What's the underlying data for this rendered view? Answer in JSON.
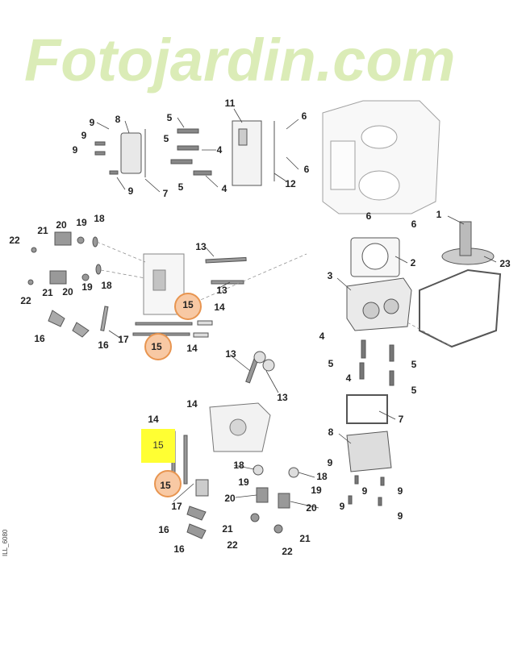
{
  "diagram": {
    "title": "Cylinder head and valve train exploded view",
    "watermark": "Fotojardin.com",
    "reference": "ILL_6080",
    "colors": {
      "highlight_orange": "#f8c9a4",
      "highlight_yellow": "#ffff33",
      "watermark": "#cfe6a0"
    },
    "callouts": [
      "9",
      "8",
      "9",
      "9",
      "9",
      "7",
      "5",
      "5",
      "4",
      "5",
      "4",
      "11",
      "6",
      "6",
      "12",
      "6",
      "6",
      "1",
      "2",
      "23",
      "3",
      "20",
      "19",
      "18",
      "21",
      "22",
      "13",
      "13",
      "21",
      "20",
      "19",
      "18",
      "22",
      "15",
      "14",
      "16",
      "16",
      "17",
      "15",
      "14",
      "13",
      "13",
      "4",
      "5",
      "4",
      "5",
      "5",
      "7",
      "8",
      "9",
      "9",
      "9",
      "9",
      "9",
      "14",
      "14",
      "15",
      "15",
      "17",
      "18",
      "18",
      "19",
      "19",
      "20",
      "20",
      "16",
      "16",
      "21",
      "21",
      "22",
      "22"
    ]
  }
}
